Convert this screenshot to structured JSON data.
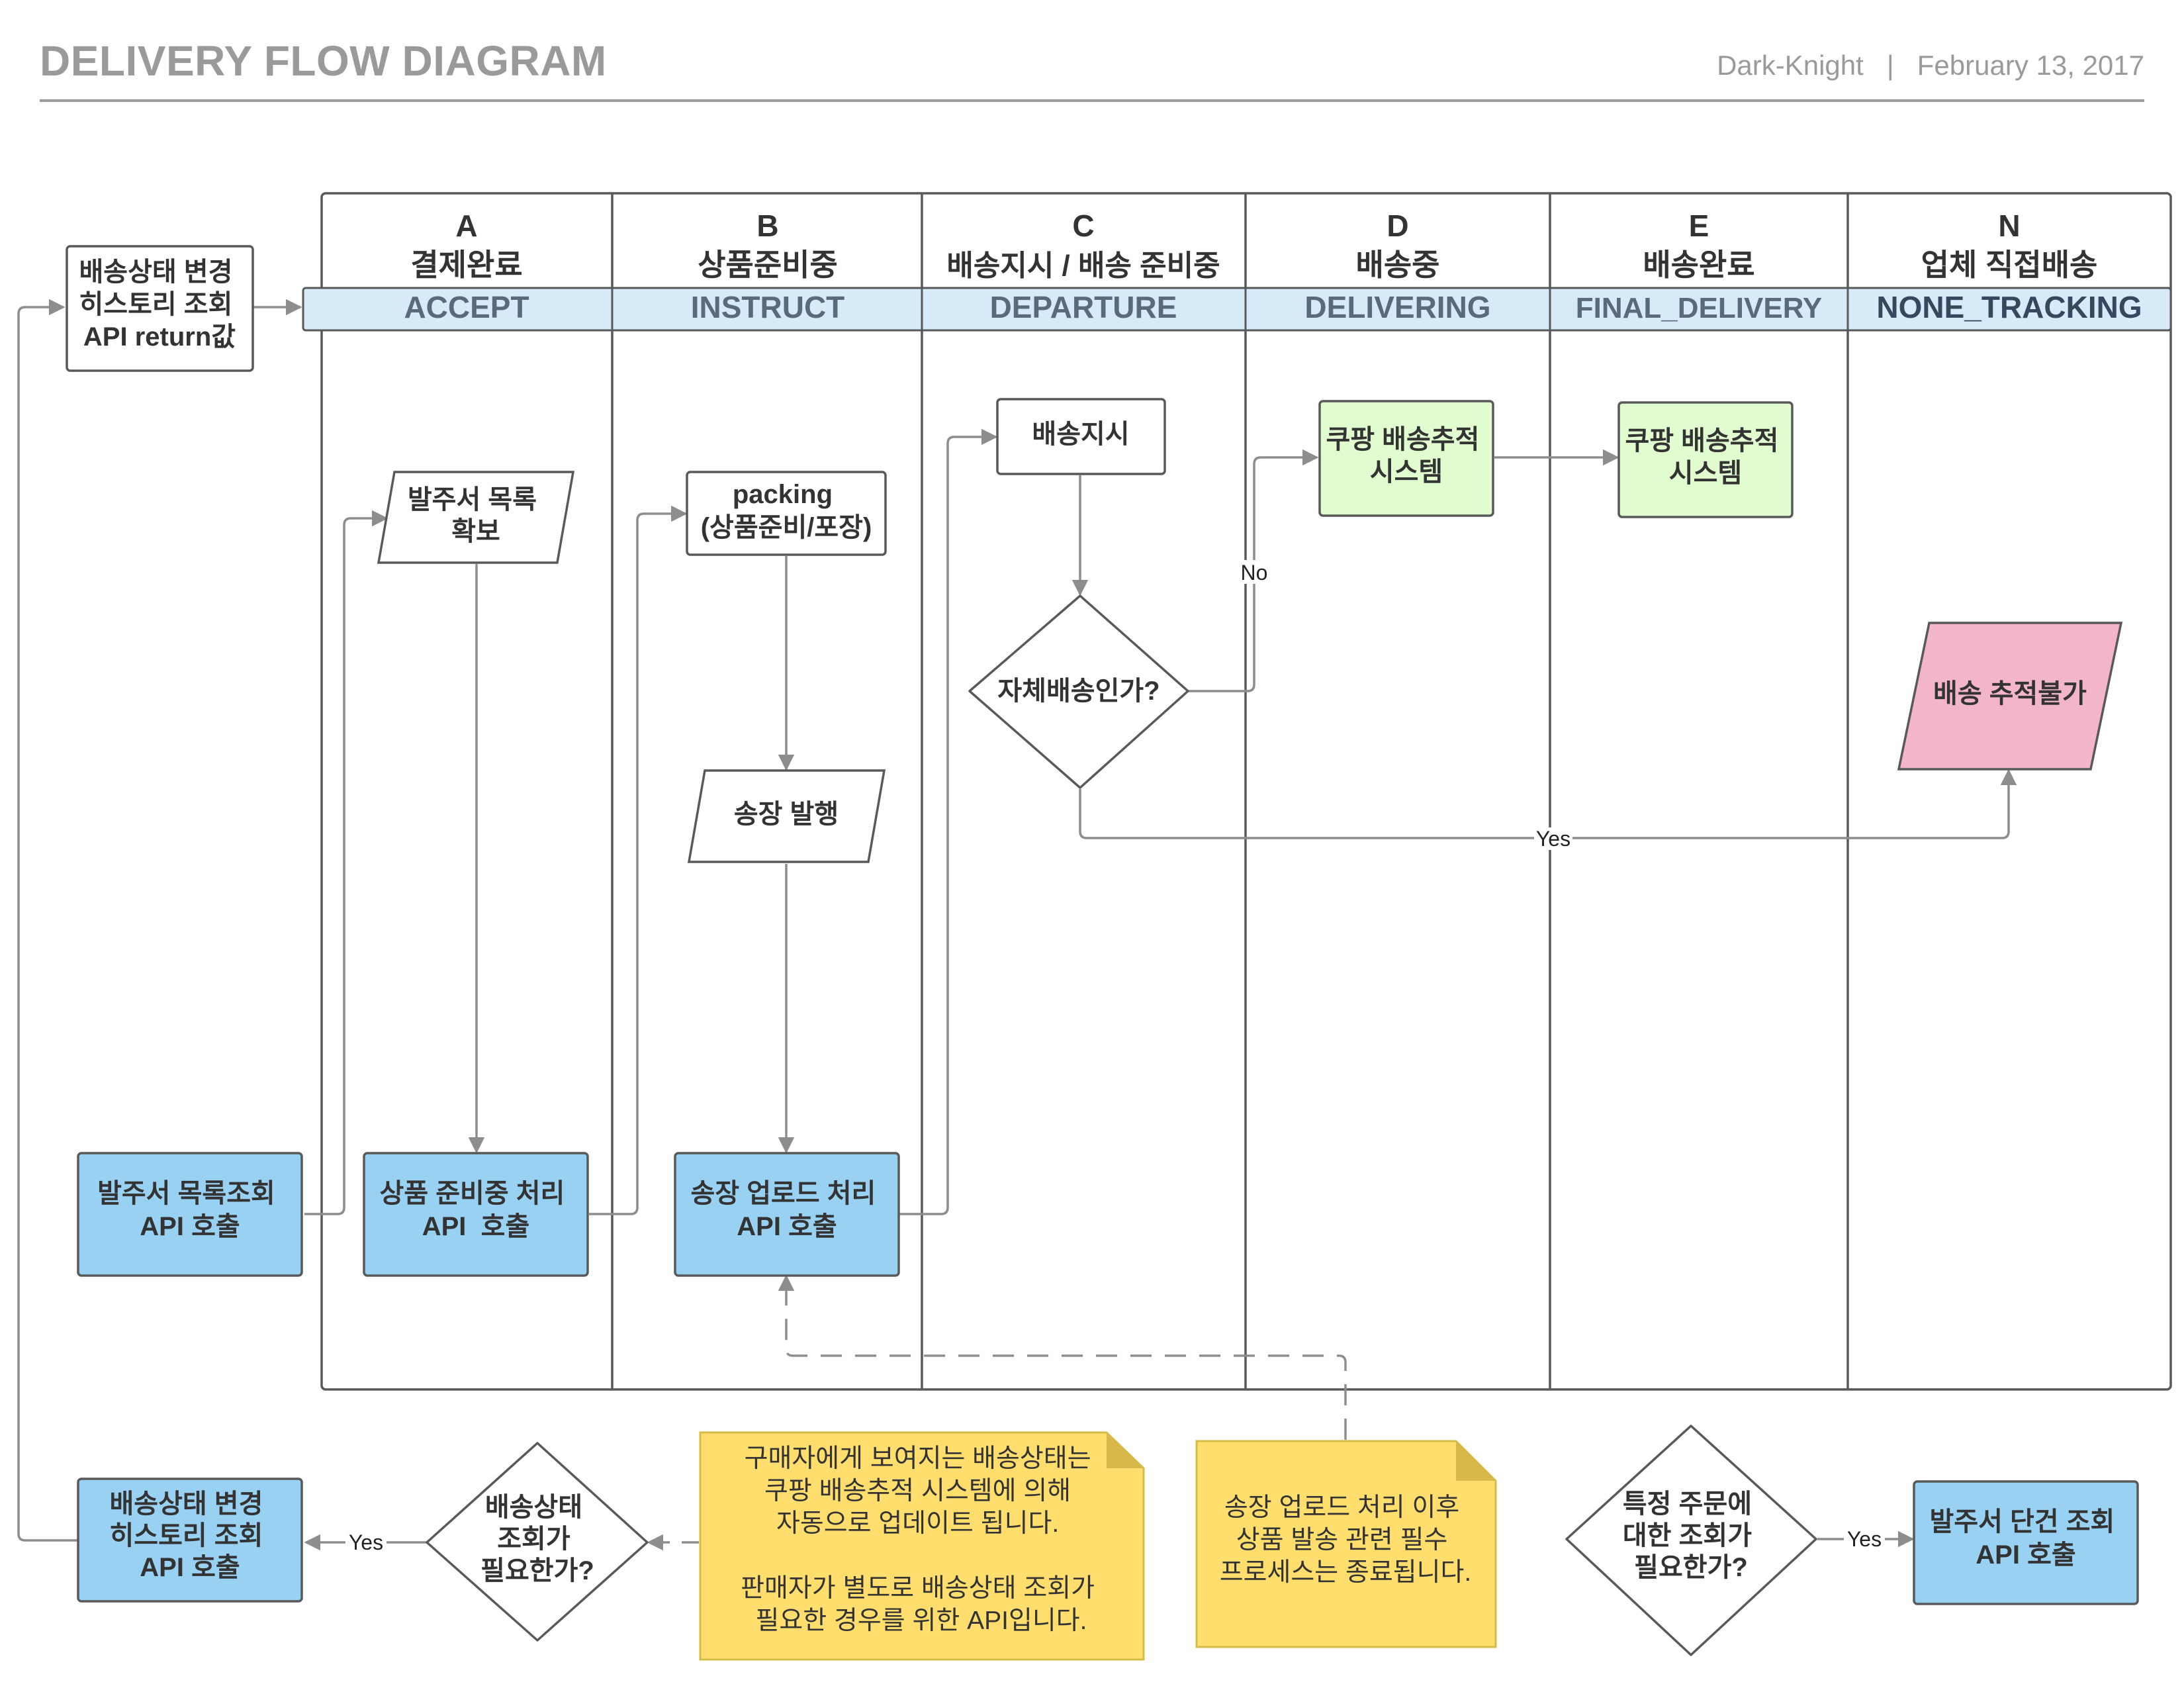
{
  "header": {
    "title": "DELIVERY FLOW DIAGRAM",
    "author": "Dark-Knight",
    "separator": "|",
    "date": "February 13, 2017"
  },
  "lanes": [
    {
      "letter": "A",
      "name": "결제완료",
      "code": "ACCEPT"
    },
    {
      "letter": "B",
      "name": "상품준비중",
      "code": "INSTRUCT"
    },
    {
      "letter": "C",
      "name": "배송지시 / 배송 준비중",
      "code": "DEPARTURE"
    },
    {
      "letter": "D",
      "name": "배송중",
      "code": "DELIVERING"
    },
    {
      "letter": "E",
      "name": "배송완료",
      "code": "FINAL_DELIVERY"
    },
    {
      "letter": "N",
      "name": "업체 직접배송",
      "code": "NONE_TRACKING"
    }
  ],
  "shapes": {
    "history_return": [
      "배송상태 변경",
      "히스토리 조회",
      "API return값"
    ],
    "order_list_secure": [
      "발주서 목록",
      "확보"
    ],
    "packing": [
      "packing",
      "(상품준비/포장)"
    ],
    "invoice_issue": [
      "송장 발행"
    ],
    "delivery_instruction": [
      "배송지시"
    ],
    "self_delivery_decision": [
      "자체배송인가?"
    ],
    "coupang_tracking_d": [
      "쿠팡 배송추적",
      "시스템"
    ],
    "coupang_tracking_e": [
      "쿠팡 배송추적",
      "시스템"
    ],
    "untrackable": [
      "배송 추적불가"
    ],
    "order_list_api": [
      "발주서 목록조회",
      "API 호출"
    ],
    "prepare_api": [
      "상품 준비중 처리",
      "API  호출"
    ],
    "invoice_upload_api": [
      "송장 업로드 처리",
      "API 호출"
    ],
    "history_api": [
      "배송상태 변경",
      "히스토리 조회",
      "API 호출"
    ],
    "status_query_decision": [
      "배송상태",
      "조회가",
      "필요한가?"
    ],
    "specific_order_decision": [
      "특정 주문에",
      "대한 조회가",
      "필요한가?"
    ],
    "single_order_api": [
      "발주서 단건 조회",
      "API 호출"
    ]
  },
  "notes": {
    "buyer_status": [
      "구매자에게 보여지는 배송상태는",
      "쿠팡 배송추적 시스템에 의해",
      "자동으로 업데이트 됩니다.",
      "",
      "판매자가 별도로 배송상태 조회가",
      "필요한 경우를 위한 API입니다."
    ],
    "process_end": [
      "송장 업로드 처리 이후",
      "상품 발송 관련 필수",
      "프로세스는 종료됩니다."
    ]
  },
  "edge_labels": {
    "no": "No",
    "yes_to_untrackable": "Yes",
    "yes_to_history": "Yes",
    "yes_to_single": "Yes"
  },
  "colors": {
    "blue_box": "#99d1f2",
    "green_box": "#e1fdcf",
    "pink_box": "#f3b5c9",
    "note": "#ffde6e",
    "lane_band": "#d6eaf8",
    "connector": "#8d8d8d",
    "outline": "#595959"
  }
}
